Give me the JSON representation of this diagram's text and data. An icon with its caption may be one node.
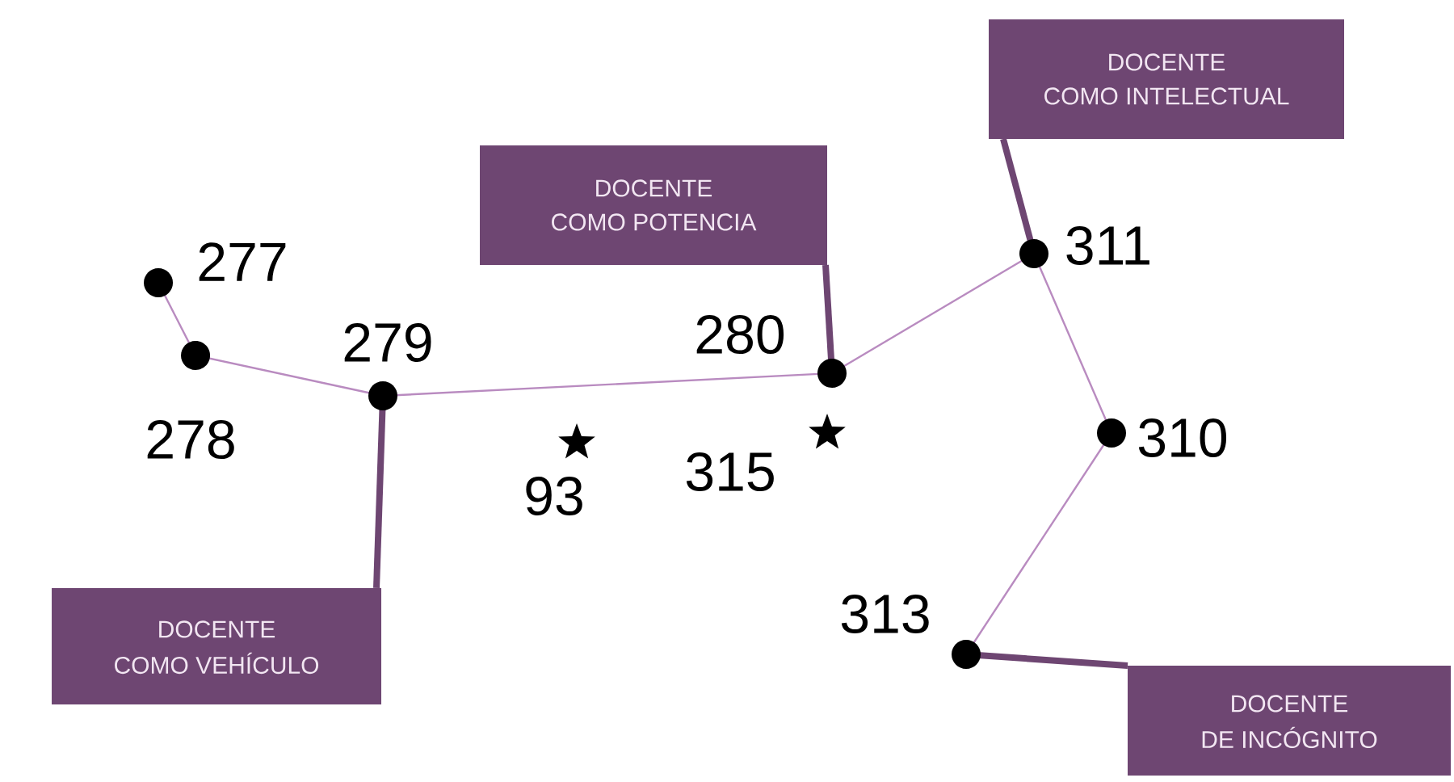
{
  "diagram": {
    "nodes": [
      {
        "text": [
          "DOCENTE",
          "COMO INTELECTUAL"
        ]
      },
      {
        "text": [
          "DOCENTE",
          "COMO POTENCIA"
        ]
      },
      {
        "text": [],
        "shape": "circle",
        "beside": [
          "277"
        ]
      },
      {
        "text": [],
        "shape": "circle",
        "beside": [
          "278"
        ]
      },
      {
        "text": [],
        "shape": "circle",
        "beside": [
          "279"
        ]
      },
      {
        "text": [],
        "shape": "circle",
        "beside": [
          "280"
        ]
      },
      {
        "text": [],
        "shape": "circle",
        "beside": [
          "311"
        ]
      },
      {
        "text": [],
        "shape": "star",
        "beside": [
          "93"
        ]
      },
      {
        "text": [],
        "shape": "star",
        "beside": [
          "315"
        ]
      },
      {
        "text": [],
        "shape": "circle",
        "beside": [
          "310"
        ]
      },
      {
        "text": [],
        "shape": "circle",
        "beside": [
          "313"
        ]
      },
      {
        "text": [
          "DOCENTE",
          "COMO VEHÍCULO"
        ]
      },
      {
        "text": [
          "DOCENTE",
          "DE INCÓGNITO"
        ]
      }
    ],
    "edges": [
      {
        "from": 2,
        "to": 3,
        "arrow": "none"
      },
      {
        "from": 3,
        "to": 4,
        "arrow": "none"
      },
      {
        "from": 4,
        "to": 5,
        "arrow": "none"
      },
      {
        "from": 5,
        "to": 6,
        "arrow": "none"
      },
      {
        "from": 6,
        "to": 9,
        "arrow": "none"
      },
      {
        "from": 9,
        "to": 10,
        "arrow": "none"
      },
      {
        "from": 11,
        "to": 4,
        "arrow": "none",
        "style": "thick",
        "color": "#6e4672"
      },
      {
        "from": 1,
        "to": 5,
        "arrow": "none",
        "style": "thick",
        "color": "#6e4672"
      },
      {
        "from": 0,
        "to": 6,
        "arrow": "none",
        "style": "thick",
        "color": "#6e4672"
      },
      {
        "from": 12,
        "to": 10,
        "arrow": "none",
        "style": "thick",
        "color": "#6e4672"
      }
    ]
  }
}
